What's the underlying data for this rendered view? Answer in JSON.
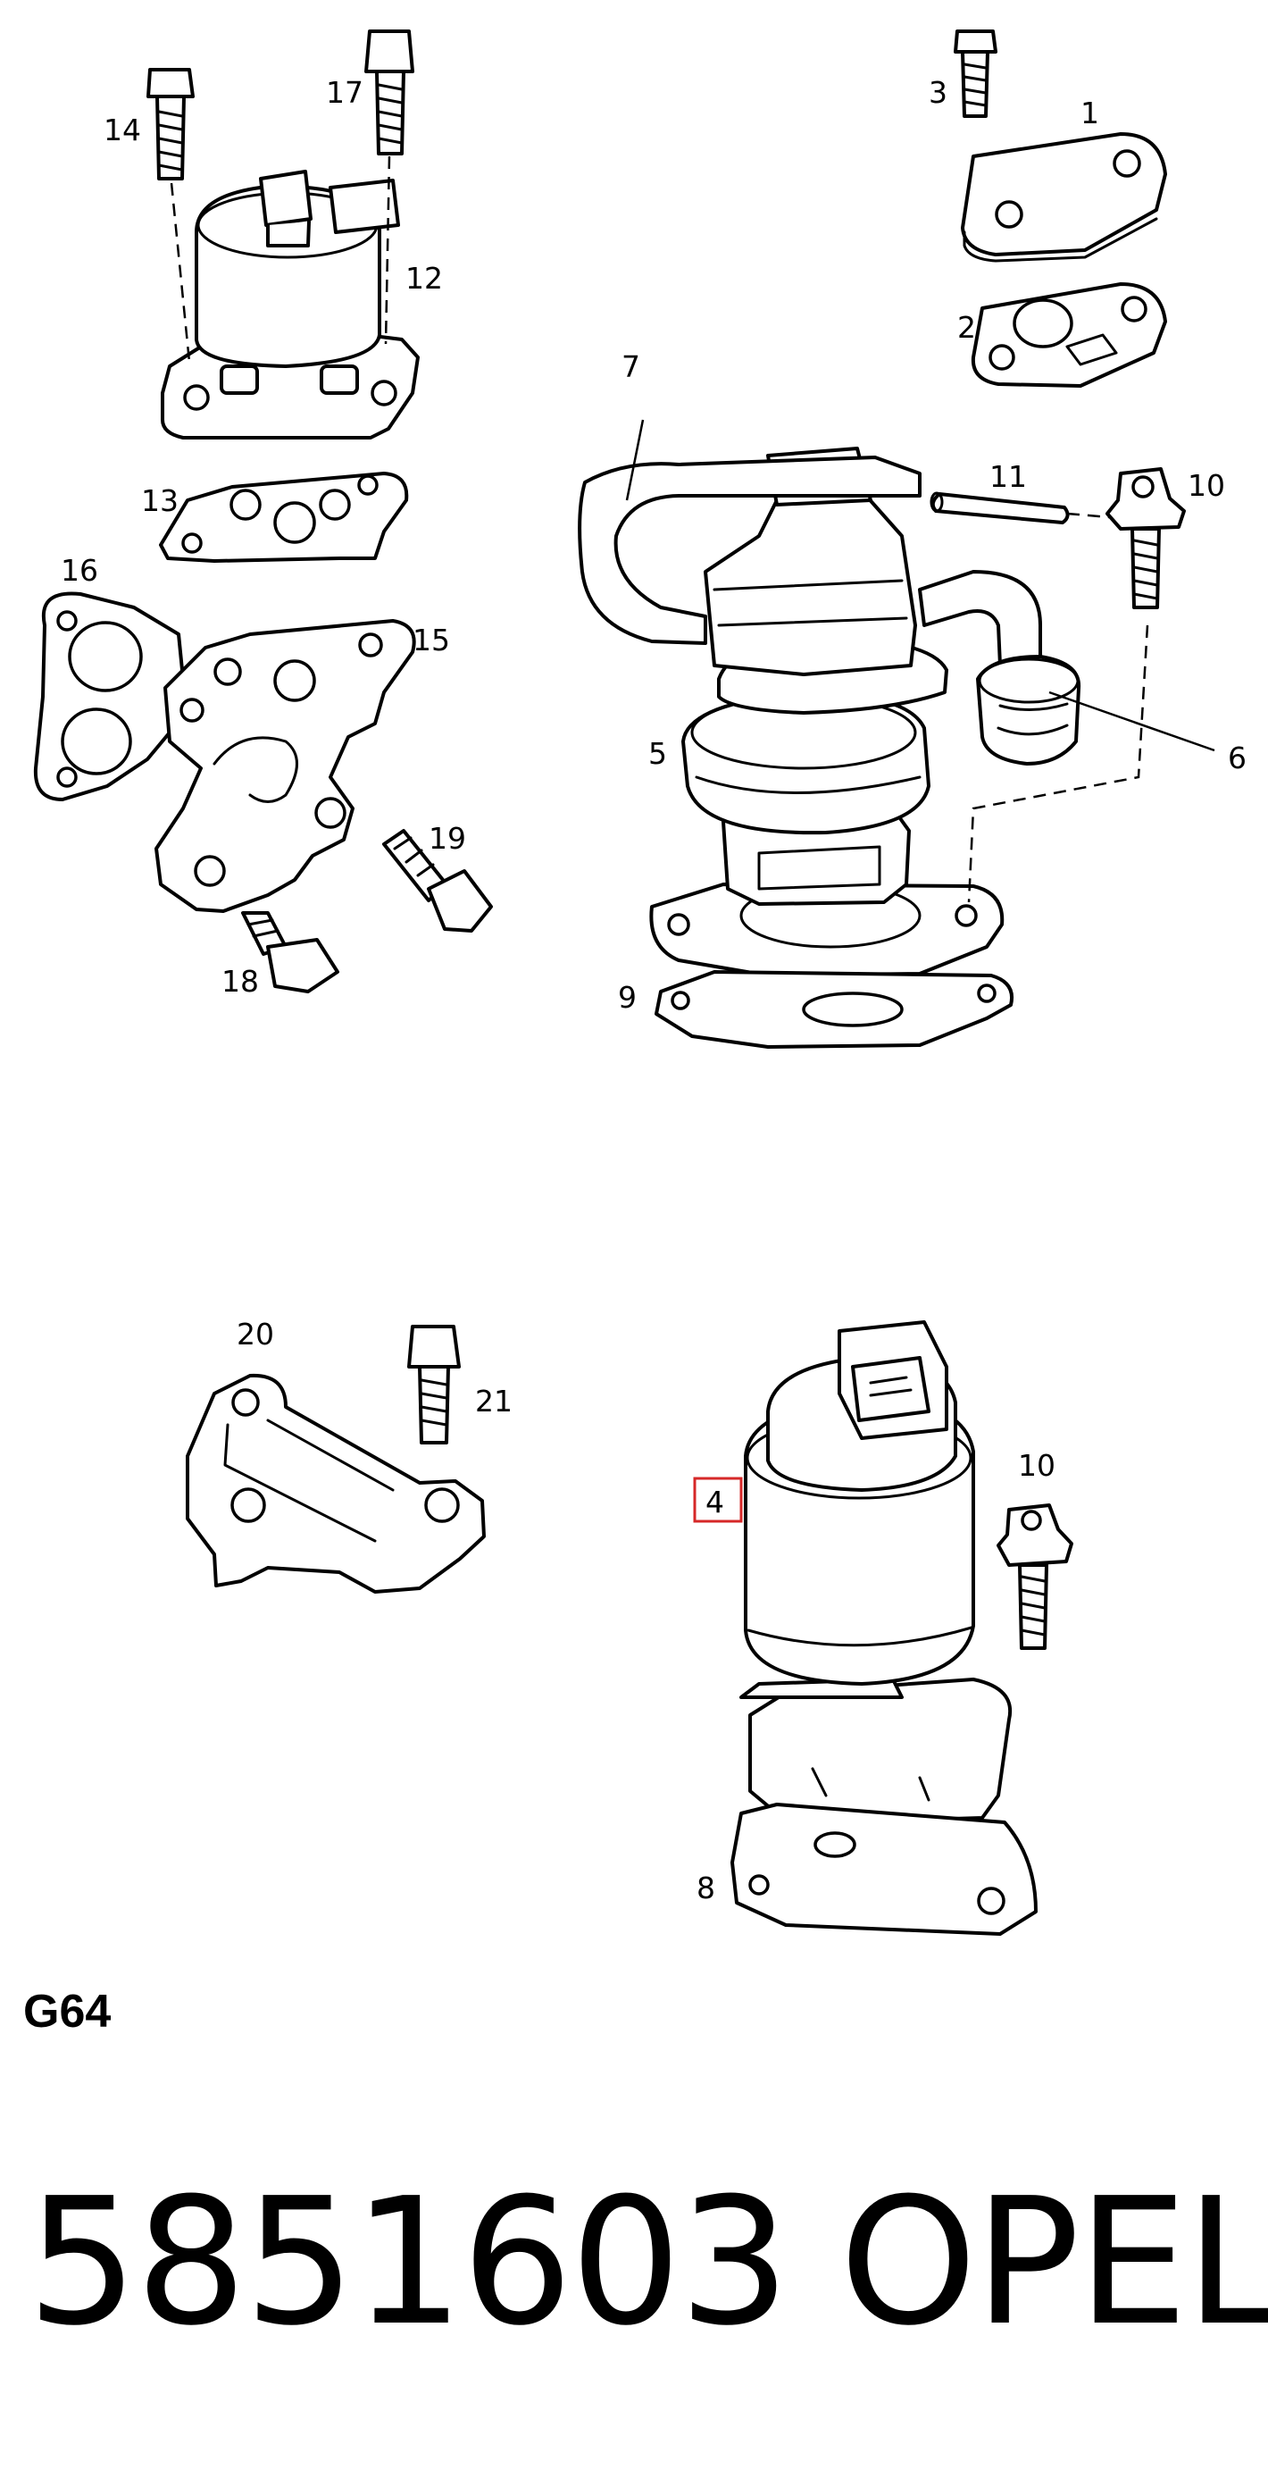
{
  "callouts": {
    "c1": "1",
    "c2": "2",
    "c3": "3",
    "c4": "4",
    "c5": "5",
    "c6": "6",
    "c7": "7",
    "c8": "8",
    "c9": "9",
    "c10a": "10",
    "c10b": "10",
    "c11": "11",
    "c12": "12",
    "c13": "13",
    "c14": "14",
    "c15": "15",
    "c16": "16",
    "c17": "17",
    "c18": "18",
    "c19": "19",
    "c20": "20",
    "c21": "21"
  },
  "highlight": {
    "label": "4",
    "color": "#d62828"
  },
  "diagram_code": "G64",
  "part_number": "5851603",
  "brand": "OPEL"
}
